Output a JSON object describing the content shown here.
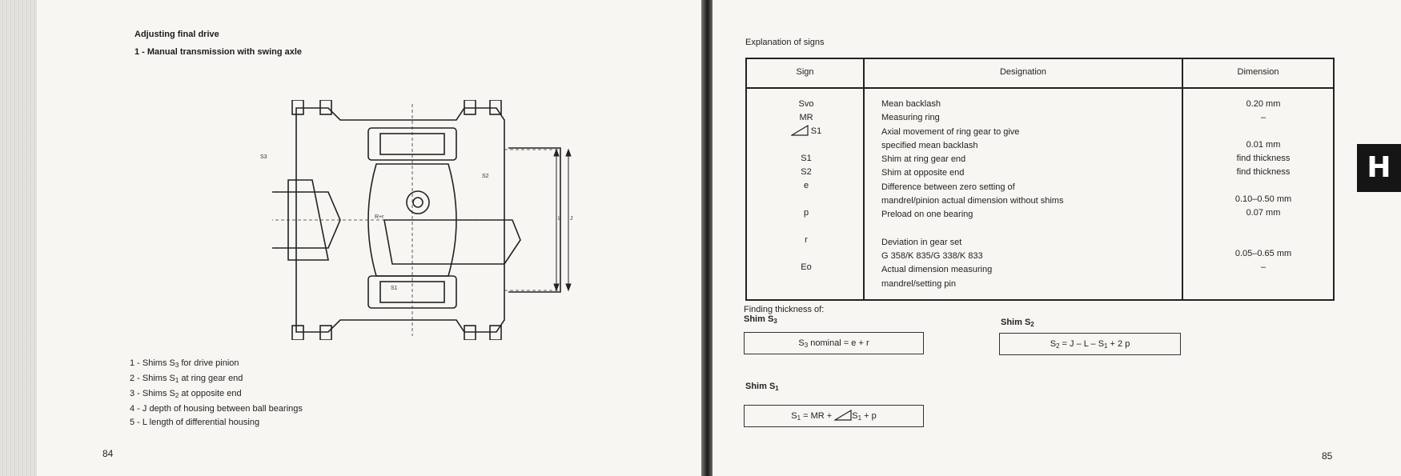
{
  "left_page": {
    "heading": "Adjusting final drive",
    "subheading": "1 - Manual transmission with swing axle",
    "diagram_labels": {
      "s3": "S3",
      "s2": "S2",
      "s1": "S1",
      "rr": "R+r",
      "l": "L",
      "j": "J"
    },
    "legend": [
      {
        "pre": "1 - Shims S",
        "sub": "3",
        "post": " for drive pinion"
      },
      {
        "pre": "2 - Shims S",
        "sub": "1",
        "post": " at ring gear end"
      },
      {
        "pre": "3 - Shims S",
        "sub": "2",
        "post": " at opposite end"
      },
      {
        "pre": "4 - J depth of housing between ball bearings",
        "sub": "",
        "post": ""
      },
      {
        "pre": "5 - L length of differential housing",
        "sub": "",
        "post": ""
      }
    ],
    "page_number": "84"
  },
  "right_page": {
    "title": "Explanation of signs",
    "table": {
      "headers": {
        "sign": "Sign",
        "designation": "Designation",
        "dimension": "Dimension"
      },
      "signs": [
        "Svo",
        "MR",
        "S1",
        "",
        "S1",
        "S2",
        "e",
        "",
        "p",
        "",
        "r",
        "",
        "Eo",
        ""
      ],
      "designations": [
        "Mean backlash",
        "Measuring ring",
        "Axial movement of ring gear to give",
        "specified mean backlash",
        "Shim at ring gear end",
        "Shim at opposite end",
        "Difference between zero setting of",
        "mandrel/pinion actual dimension without shims",
        "Preload on one bearing",
        "",
        "Deviation in gear set",
        "G 358/K 835/G 338/K 833",
        "Actual dimension measuring",
        "mandrel/setting pin"
      ],
      "dimensions": [
        "0.20 mm",
        "–",
        "",
        "0.01 mm",
        "find thickness",
        "find thickness",
        "",
        "0.10–0.50 mm",
        "0.07 mm",
        "",
        "",
        "0.05–0.65 mm",
        "–",
        ""
      ]
    },
    "finding_title": "Finding thickness of:",
    "shim_s3": {
      "label": "Shim S",
      "sub": "3",
      "formula_a": "S",
      "formula_sub": "3",
      "formula_b": " nominal = e + r"
    },
    "shim_s2": {
      "label": "Shim S",
      "sub": "2",
      "formula": "S2 = J – L – S1 + 2 p",
      "f1": "S",
      "f1s": "2",
      "f2": " = J – L – S",
      "f2s": "1",
      "f3": " + 2 p"
    },
    "shim_s1": {
      "label": "Shim S",
      "sub": "1",
      "f1": "S",
      "f1s": "1",
      "f2": " = MR + ",
      "f3": "S",
      "f3s": "1",
      "f4": " + p"
    },
    "page_number": "85",
    "section_tab": "H"
  }
}
